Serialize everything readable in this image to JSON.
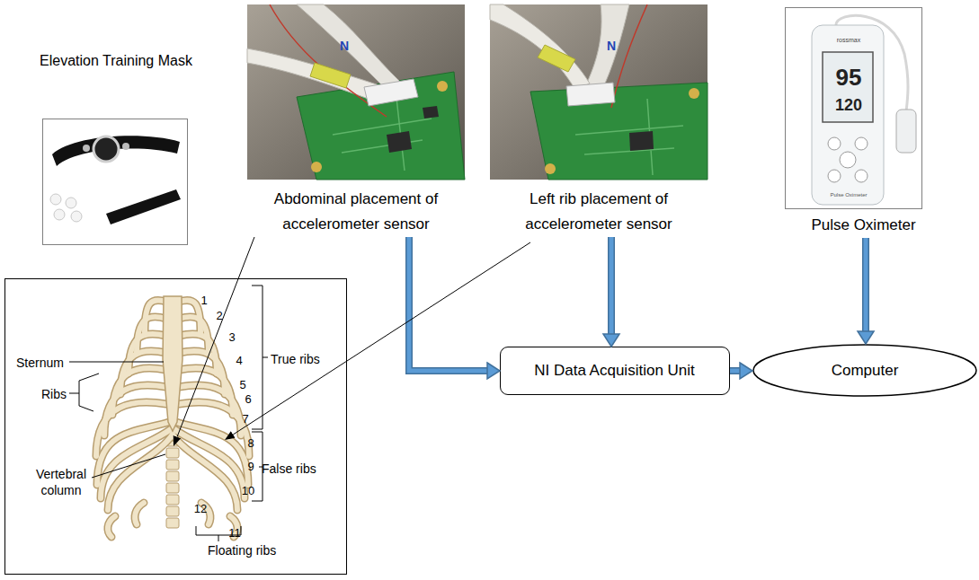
{
  "diagram": {
    "nodes": [
      {
        "text": [
          "Elevation Training Mask"
        ]
      },
      {
        "text": [
          "Abdominal placement of accelerometer sensor",
          "N"
        ]
      },
      {
        "text": [
          "Left rib placement of accelerometer sensor",
          "N"
        ]
      },
      {
        "text": [
          "Pulse Oximeter",
          "rossmax",
          "95",
          "120",
          "Pulse Oximeter"
        ]
      },
      {
        "text": [
          "1",
          "2",
          "3",
          "Sternum",
          "4",
          "True ribs",
          "5",
          "Ribs",
          "6",
          "7",
          "8",
          "Vertebral column",
          "9",
          "False ribs",
          "10",
          "12",
          "11",
          "Floating ribs"
        ]
      },
      {
        "text": [
          "NI Data Acquisition Unit"
        ]
      },
      {
        "text": [
          "Computer"
        ]
      }
    ],
    "edges": [
      {
        "from": 1,
        "to": 5,
        "arrow": "to"
      },
      {
        "from": 2,
        "to": 5,
        "arrow": "to"
      },
      {
        "from": 3,
        "to": 6,
        "arrow": "to"
      },
      {
        "from": 5,
        "to": 6,
        "arrow": "to"
      },
      {
        "from": 1,
        "to": 4,
        "arrow": "to"
      },
      {
        "from": 2,
        "to": 4,
        "arrow": "to"
      }
    ]
  }
}
